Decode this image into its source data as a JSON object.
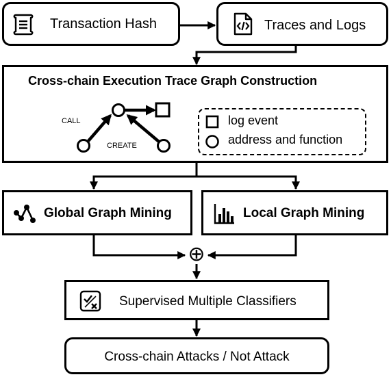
{
  "nodes": {
    "transaction_hash": {
      "label": "Transaction Hash",
      "icon": "document-icon"
    },
    "traces_logs": {
      "label": "Traces and Logs",
      "icon": "code-file-icon"
    },
    "graph_construction": {
      "title": "Cross-chain Execution Trace Graph Construction",
      "edge_call": "CALL",
      "edge_create": "CREATE",
      "legend": {
        "square_label": "log event",
        "circle_label": "address and function"
      }
    },
    "global_mining": {
      "label": "Global Graph Mining",
      "icon": "graph-nodes-icon"
    },
    "local_mining": {
      "label": "Local Graph Mining",
      "icon": "bar-chart-icon"
    },
    "classifiers": {
      "label": "Supervised Multiple Classifiers",
      "icon": "classifier-icon"
    },
    "output": {
      "label": "Cross-chain Attacks / Not Attack"
    }
  },
  "operators": {
    "combine_symbol": "⊕"
  }
}
